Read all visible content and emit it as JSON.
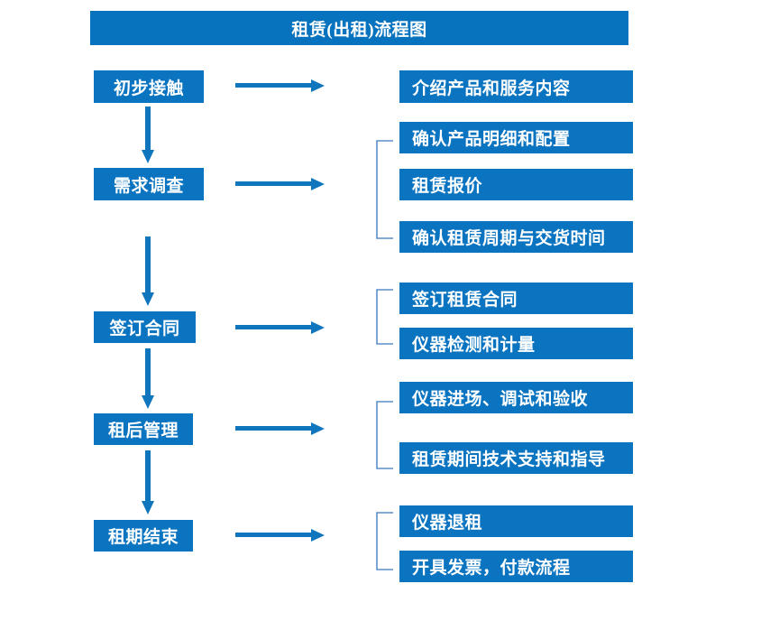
{
  "title": "租赁(出租)流程图",
  "colors": {
    "box_fill": "#0B74C0",
    "title_fill": "#0772BE",
    "arrow": "#0F75BD",
    "bracket": "#5B8FC9",
    "text": "#FFFFFF",
    "background": "#FFFFFF"
  },
  "stages": [
    {
      "label": "初步接触"
    },
    {
      "label": "需求调查"
    },
    {
      "label": "签订合同"
    },
    {
      "label": "租后管理"
    },
    {
      "label": "租期结束"
    }
  ],
  "groups": [
    {
      "stage": "初步接触",
      "has_bracket": false,
      "items": [
        {
          "label": "介绍产品和服务内容"
        }
      ]
    },
    {
      "stage": "需求调查",
      "has_bracket": true,
      "items": [
        {
          "label": "确认产品明细和配置"
        },
        {
          "label": "租赁报价"
        },
        {
          "label": "确认租赁周期与交货时间"
        }
      ]
    },
    {
      "stage": "签订合同",
      "has_bracket": true,
      "items": [
        {
          "label": "签订租赁合同"
        },
        {
          "label": "仪器检测和计量"
        }
      ]
    },
    {
      "stage": "租后管理",
      "has_bracket": true,
      "items": [
        {
          "label": "仪器进场、调试和验收"
        },
        {
          "label": "租赁期间技术支持和指导"
        }
      ]
    },
    {
      "stage": "租期结束",
      "has_bracket": true,
      "items": [
        {
          "label": "仪器退租"
        },
        {
          "label": "开具发票，付款流程"
        }
      ]
    }
  ],
  "connectors": {
    "horizontal_arrow_count": 5,
    "vertical_arrow_count": 4
  }
}
